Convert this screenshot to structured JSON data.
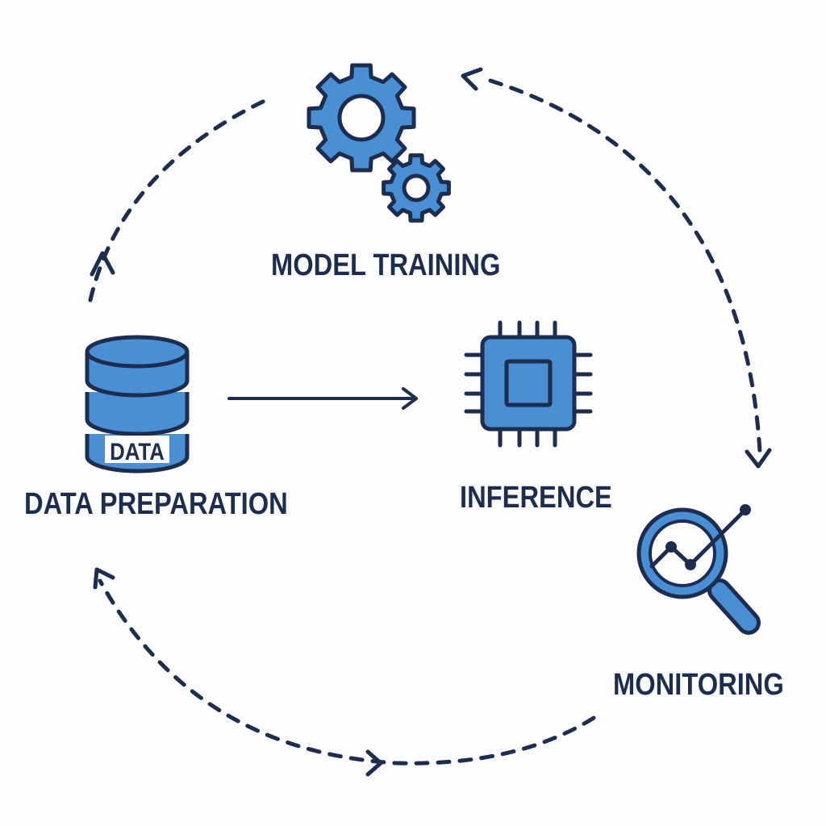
{
  "colors": {
    "ink": "#1c2d4f",
    "fill": "#4a8fd4",
    "background": "#fdfdfd"
  },
  "stages": {
    "training": {
      "label": "MODEL TRAINING",
      "icon": "gears-icon"
    },
    "data": {
      "label": "DATA PREPARATION",
      "icon": "database-icon",
      "icon_text": "DATA"
    },
    "inference": {
      "label": "INFERENCE",
      "icon": "chip-icon"
    },
    "monitoring": {
      "label": "MONITORING",
      "icon": "magnifier-chart-icon"
    }
  }
}
